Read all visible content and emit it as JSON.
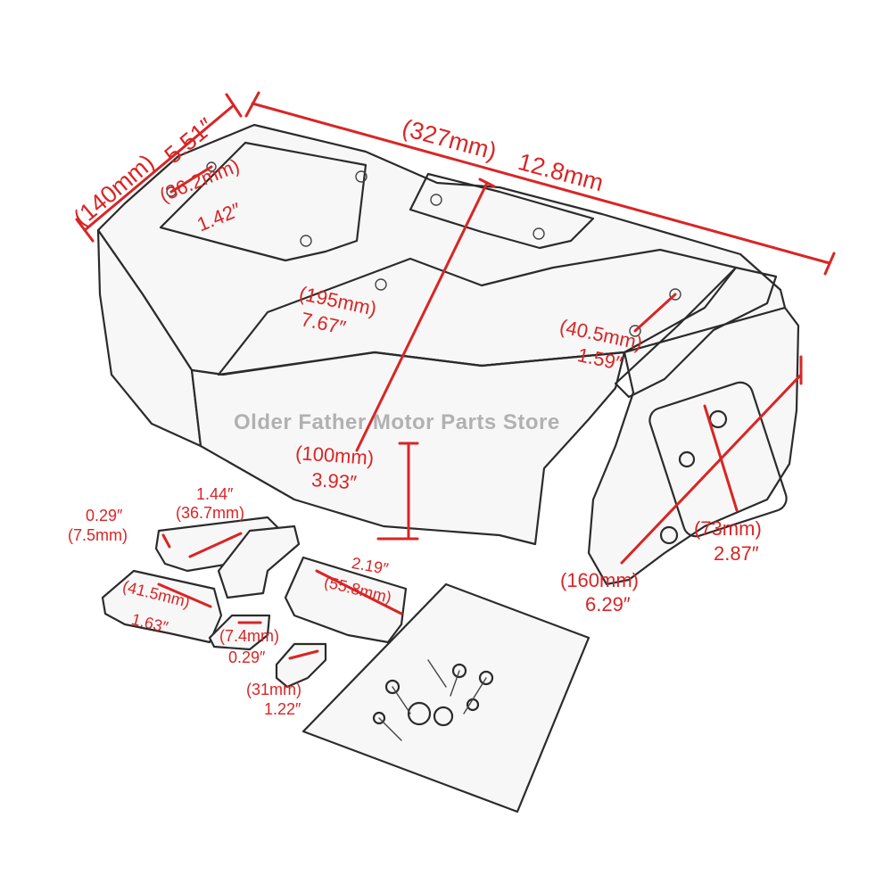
{
  "accent_color": "#d92525",
  "store_watermark": "Older Father Motor Parts Store",
  "dimensions": {
    "length_mm": "(327mm)",
    "length_in": "12.8mm",
    "width_mm": "(140mm)",
    "width_in": "5.51″",
    "hole_spacing_top_mm": "(36.2mm)",
    "hole_spacing_top_in": "1.42″",
    "lid_depth_mm": "(195mm)",
    "lid_depth_in": "7.67″",
    "hole_spacing_right_mm": "(40.5mm)",
    "hole_spacing_right_in": "1.59″",
    "height_mm": "(100mm)",
    "height_in": "3.93″",
    "end_width_mm": "(160mm)",
    "end_width_in": "6.29″",
    "end_height_mm": "(73mm)",
    "end_height_in": "2.87″"
  },
  "brackets": {
    "bracket_a_in": "1.44″",
    "bracket_a_mm": "(36.7mm)",
    "bracket_a_side_in": "0.29″",
    "bracket_a_side_mm": "(7.5mm)",
    "bracket_b_mm": "(41.5mm)",
    "bracket_b_in": "1.63″",
    "bracket_c_in": "2.19″",
    "bracket_c_mm": "(55.8mm)",
    "bracket_d_mm": "(7.4mm)",
    "bracket_d_in": "0.29″",
    "knob_mm": "(31mm)",
    "knob_in": "1.22″"
  }
}
